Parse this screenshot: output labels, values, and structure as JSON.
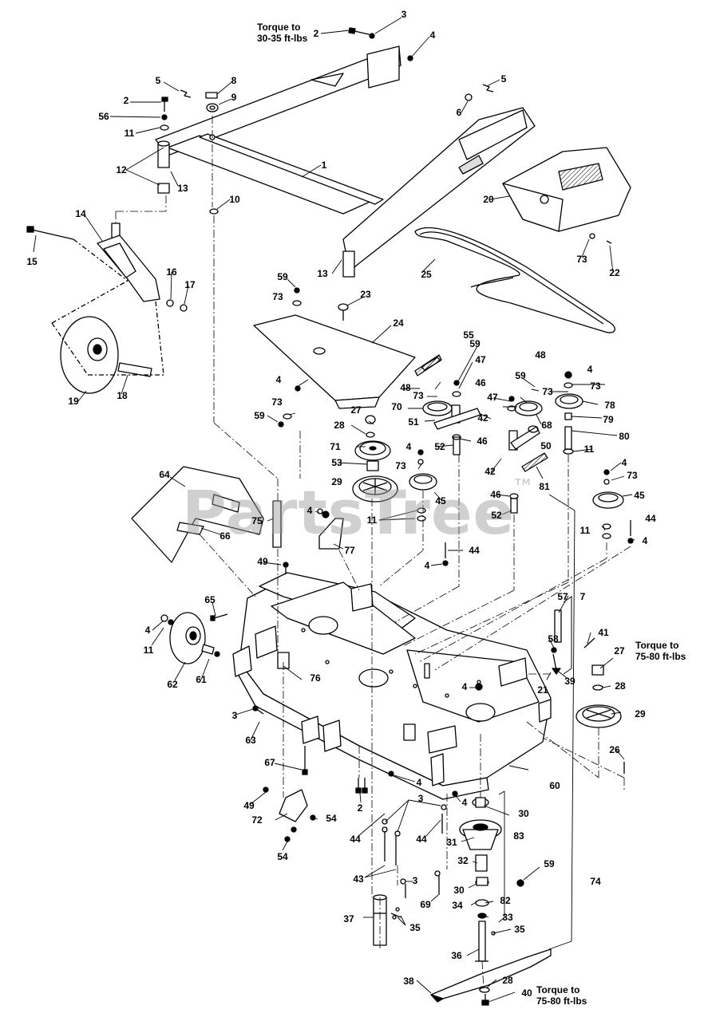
{
  "colors": {
    "line": "#000000",
    "watermark": "#9a9a9a",
    "background": "#ffffff"
  },
  "watermark": {
    "text": "PartsTree",
    "mark": "TM"
  },
  "notes": {
    "top": {
      "line1": "Torque to",
      "line2": "30-35 ft-lbs"
    },
    "right": {
      "line1": "Torque to",
      "line2": "75-80 ft-lbs"
    },
    "bottom": {
      "line1": "Torque to",
      "line2": "75-80 ft-lbs"
    }
  },
  "callouts": [
    {
      "id": "c3a",
      "text": "3"
    },
    {
      "id": "c2a",
      "text": "2"
    },
    {
      "id": "c4a",
      "text": "4"
    },
    {
      "id": "c5a",
      "text": "5"
    },
    {
      "id": "c8",
      "text": "8"
    },
    {
      "id": "c9",
      "text": "9"
    },
    {
      "id": "c2b",
      "text": "2"
    },
    {
      "id": "c56",
      "text": "56"
    },
    {
      "id": "c11a",
      "text": "11"
    },
    {
      "id": "c12",
      "text": "12"
    },
    {
      "id": "c13a",
      "text": "13"
    },
    {
      "id": "c1",
      "text": "1"
    },
    {
      "id": "c5b",
      "text": "5"
    },
    {
      "id": "c6",
      "text": "6"
    },
    {
      "id": "c10",
      "text": "10"
    },
    {
      "id": "c20",
      "text": "20"
    },
    {
      "id": "c14",
      "text": "14"
    },
    {
      "id": "c15",
      "text": "15"
    },
    {
      "id": "c16",
      "text": "16"
    },
    {
      "id": "c17",
      "text": "17"
    },
    {
      "id": "c13b",
      "text": "13"
    },
    {
      "id": "c25",
      "text": "25"
    },
    {
      "id": "c73a",
      "text": "73"
    },
    {
      "id": "c22",
      "text": "22"
    },
    {
      "id": "c59a",
      "text": "59"
    },
    {
      "id": "c73b",
      "text": "73"
    },
    {
      "id": "c23",
      "text": "23"
    },
    {
      "id": "c24",
      "text": "24"
    },
    {
      "id": "c19",
      "text": "19"
    },
    {
      "id": "c18",
      "text": "18"
    },
    {
      "id": "c55",
      "text": "55"
    },
    {
      "id": "c59b",
      "text": "59"
    },
    {
      "id": "c47a",
      "text": "47"
    },
    {
      "id": "c48a",
      "text": "48"
    },
    {
      "id": "c73c",
      "text": "73"
    },
    {
      "id": "c46a",
      "text": "46"
    },
    {
      "id": "c4b",
      "text": "4"
    },
    {
      "id": "c73d",
      "text": "73"
    },
    {
      "id": "c59c",
      "text": "59"
    },
    {
      "id": "c27a",
      "text": "27"
    },
    {
      "id": "c70",
      "text": "70"
    },
    {
      "id": "c51",
      "text": "51"
    },
    {
      "id": "c42a",
      "text": "42"
    },
    {
      "id": "c48b",
      "text": "48"
    },
    {
      "id": "c4c",
      "text": "4"
    },
    {
      "id": "c59d",
      "text": "59"
    },
    {
      "id": "c73e",
      "text": "73"
    },
    {
      "id": "c73f",
      "text": "73"
    },
    {
      "id": "c78",
      "text": "78"
    },
    {
      "id": "c47b",
      "text": "47"
    },
    {
      "id": "c68",
      "text": "68"
    },
    {
      "id": "c79",
      "text": "79"
    },
    {
      "id": "c28a",
      "text": "28"
    },
    {
      "id": "c71",
      "text": "71"
    },
    {
      "id": "c52a",
      "text": "52"
    },
    {
      "id": "c46b",
      "text": "46"
    },
    {
      "id": "c50",
      "text": "50"
    },
    {
      "id": "c80",
      "text": "80"
    },
    {
      "id": "c11b",
      "text": "11"
    },
    {
      "id": "c4d",
      "text": "4"
    },
    {
      "id": "c73g",
      "text": "73"
    },
    {
      "id": "c53",
      "text": "53"
    },
    {
      "id": "c42b",
      "text": "42"
    },
    {
      "id": "c81",
      "text": "81"
    },
    {
      "id": "c4e",
      "text": "4"
    },
    {
      "id": "c73h",
      "text": "73"
    },
    {
      "id": "c64",
      "text": "64"
    },
    {
      "id": "c29a",
      "text": "29"
    },
    {
      "id": "c45a",
      "text": "45"
    },
    {
      "id": "c45b",
      "text": "45"
    },
    {
      "id": "c46c",
      "text": "46"
    },
    {
      "id": "c52b",
      "text": "52"
    },
    {
      "id": "c75",
      "text": "75"
    },
    {
      "id": "c4f",
      "text": "4"
    },
    {
      "id": "c11c",
      "text": "11"
    },
    {
      "id": "c44a",
      "text": "44"
    },
    {
      "id": "c66",
      "text": "66"
    },
    {
      "id": "c11d",
      "text": "11"
    },
    {
      "id": "c4g",
      "text": "4"
    },
    {
      "id": "c77",
      "text": "77"
    },
    {
      "id": "c44b",
      "text": "44"
    },
    {
      "id": "c49a",
      "text": "49"
    },
    {
      "id": "c4h",
      "text": "4"
    },
    {
      "id": "c65",
      "text": "65"
    },
    {
      "id": "c57",
      "text": "57"
    },
    {
      "id": "c7",
      "text": "7"
    },
    {
      "id": "c41",
      "text": "41"
    },
    {
      "id": "c4i",
      "text": "4"
    },
    {
      "id": "c58",
      "text": "58"
    },
    {
      "id": "c27b",
      "text": "27"
    },
    {
      "id": "c11e",
      "text": "11"
    },
    {
      "id": "c39",
      "text": "39"
    },
    {
      "id": "c21",
      "text": "21"
    },
    {
      "id": "c76",
      "text": "76"
    },
    {
      "id": "c62",
      "text": "62"
    },
    {
      "id": "c61",
      "text": "61"
    },
    {
      "id": "c4j",
      "text": "4"
    },
    {
      "id": "c28b",
      "text": "28"
    },
    {
      "id": "c29b",
      "text": "29"
    },
    {
      "id": "c3b",
      "text": "3"
    },
    {
      "id": "c63",
      "text": "63"
    },
    {
      "id": "c26",
      "text": "26"
    },
    {
      "id": "c67",
      "text": "67"
    },
    {
      "id": "c60",
      "text": "60"
    },
    {
      "id": "c4k",
      "text": "4"
    },
    {
      "id": "c49b",
      "text": "49"
    },
    {
      "id": "c2c",
      "text": "2"
    },
    {
      "id": "c4l",
      "text": "4"
    },
    {
      "id": "c3c",
      "text": "3"
    },
    {
      "id": "c30a",
      "text": "30"
    },
    {
      "id": "c72",
      "text": "72"
    },
    {
      "id": "c54a",
      "text": "54"
    },
    {
      "id": "c44c",
      "text": "44"
    },
    {
      "id": "c44d",
      "text": "44"
    },
    {
      "id": "c83",
      "text": "83"
    },
    {
      "id": "c31",
      "text": "31"
    },
    {
      "id": "c54b",
      "text": "54"
    },
    {
      "id": "c32",
      "text": "32"
    },
    {
      "id": "c59e",
      "text": "59"
    },
    {
      "id": "c74",
      "text": "74"
    },
    {
      "id": "c43",
      "text": "43"
    },
    {
      "id": "c3d",
      "text": "3"
    },
    {
      "id": "c30b",
      "text": "30"
    },
    {
      "id": "c69",
      "text": "69"
    },
    {
      "id": "c34",
      "text": "34"
    },
    {
      "id": "c82",
      "text": "82"
    },
    {
      "id": "c33",
      "text": "33"
    },
    {
      "id": "c37",
      "text": "37"
    },
    {
      "id": "c35a",
      "text": "35"
    },
    {
      "id": "c35b",
      "text": "35"
    },
    {
      "id": "c36",
      "text": "36"
    },
    {
      "id": "c38",
      "text": "38"
    },
    {
      "id": "c28c",
      "text": "28"
    },
    {
      "id": "c40",
      "text": "40"
    }
  ]
}
